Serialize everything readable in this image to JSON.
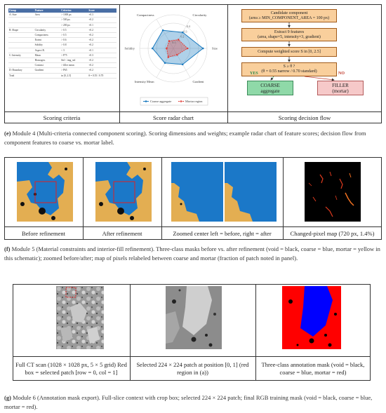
{
  "row_e": {
    "criteria_table": {
      "headers": [
        "Group",
        "Feature",
        "Criterion",
        "Score"
      ],
      "rows": [
        [
          "A: Size",
          "Area",
          "> 1000 px",
          "+0.3"
        ],
        [
          "",
          "",
          "> 500 px",
          "+0.2"
        ],
        [
          "",
          "",
          "> 200 px",
          "+0.1"
        ],
        [
          "B: Shape",
          "Circularity",
          "> 0.5",
          "+0.2"
        ],
        [
          "",
          "Compactness",
          "> 0.5",
          "+0.2"
        ],
        [
          "",
          "Extent",
          "> 0.6",
          "+0.2"
        ],
        [
          "",
          "Solidity",
          "> 0.8",
          "+0.2"
        ],
        [
          "",
          "Aspect R.",
          "< 3",
          "+0.1"
        ],
        [
          "C: Intensity",
          "Mean",
          "> P75",
          "+0.3"
        ],
        [
          "",
          "Homogen.",
          "Std < img_std",
          "+0.2"
        ],
        [
          "",
          "Contrast",
          "> filler mean",
          "+0.2"
        ],
        [
          "D: Boundary",
          "Gradient",
          "> P65",
          "+0.2"
        ],
        [
          "Total",
          "",
          "in [0, 2.5]",
          "θ = 0.55 / 0.70"
        ]
      ]
    },
    "radar": {
      "axes": [
        "Compactness",
        "Circularity",
        "Size",
        "Gradient",
        "Intensity Mean",
        "Solidity"
      ],
      "coarse_values": [
        0.62,
        0.55,
        0.88,
        0.55,
        0.5,
        0.62
      ],
      "mortar_values": [
        0.25,
        0.3,
        0.42,
        0.22,
        0.3,
        0.2
      ],
      "value_labels": [
        {
          "text": "0.1",
          "axis": 0,
          "r": 0.15
        },
        {
          "text": "0.2",
          "axis": 1,
          "r": 0.35
        },
        {
          "text": "0.3",
          "axis": 1,
          "r": 0.52
        },
        {
          "text": "0.4",
          "axis": 1,
          "r": 0.7
        }
      ],
      "legend": {
        "coarse": "Coarse aggregate",
        "mortar": "Mortar region"
      },
      "coarse_color": "#1a7abf",
      "mortar_color": "#e0403a"
    },
    "flow": {
      "box1": [
        "Candidate component",
        "(area ≥ MIN_COMPONENT_AREA = 100 px)"
      ],
      "box2": [
        "Extract 9 features",
        "(area, shape×5, intensity×3, gradient)"
      ],
      "box3": "Compute weighted score S in [0, 2.5]",
      "box4": [
        "S ≥ θ ?",
        "(θ = 0.55 narrow  /  0.70 standard)"
      ],
      "yes": "YES",
      "no": "NO",
      "coarse": [
        "COARSE",
        "aggregate"
      ],
      "filler": [
        "FILLER",
        "(mortar)"
      ]
    },
    "labels": [
      "Scoring criteria",
      "Score radar chart",
      "Scoring decision flow"
    ],
    "caption_tag": "(e)",
    "caption_text": " Module 4 (Multi-criteria connected component scoring). Scoring dimensions and weights; example radar chart of feature scores; decision flow from component features to coarse vs. mortar label."
  },
  "row_f": {
    "labels": [
      "Before refinement",
      "After refinement",
      "Zoomed center left = before, right = after",
      "Changed-pixel map (720 px, 1.4%)"
    ],
    "caption_tag": "(f)",
    "caption_text": " Module 5 (Material constraints and interior-fill refinement). Three-class masks before vs. after refinement (void = black, coarse = blue, mortar = yellow in this schematic); zoomed before/after; map of pixels relabeled between coarse and mortar (fraction of patch noted in panel)."
  },
  "row_g": {
    "labels": [
      "Full CT scan (1028 × 1028 px, 5 × 5 grid) Red box = selected patch [row = 0, col = 1]",
      "Selected 224 × 224 patch at position [0, 1] (red region in (a))",
      "Three-class annotation mask (void = black, coarse = blue, mortar = red)"
    ],
    "caption_tag": "(g)",
    "caption_text": " Module 6 (Annotation mask export). Full-slice context with crop box; selected 224 × 224 patch; final RGB training mask (void = black, coarse = blue, mortar = red)."
  },
  "colors": {
    "coarse_blue": "#1b78c8",
    "mortar_yellow": "#e3ae52",
    "mask_red": "#ff0000",
    "mask_blue": "#0000ff",
    "flow_box": "#f9cf9c",
    "coarse_box": "#8fd9a8",
    "filler_box": "#f6c9c9",
    "table_header": "#4a6fa5"
  }
}
